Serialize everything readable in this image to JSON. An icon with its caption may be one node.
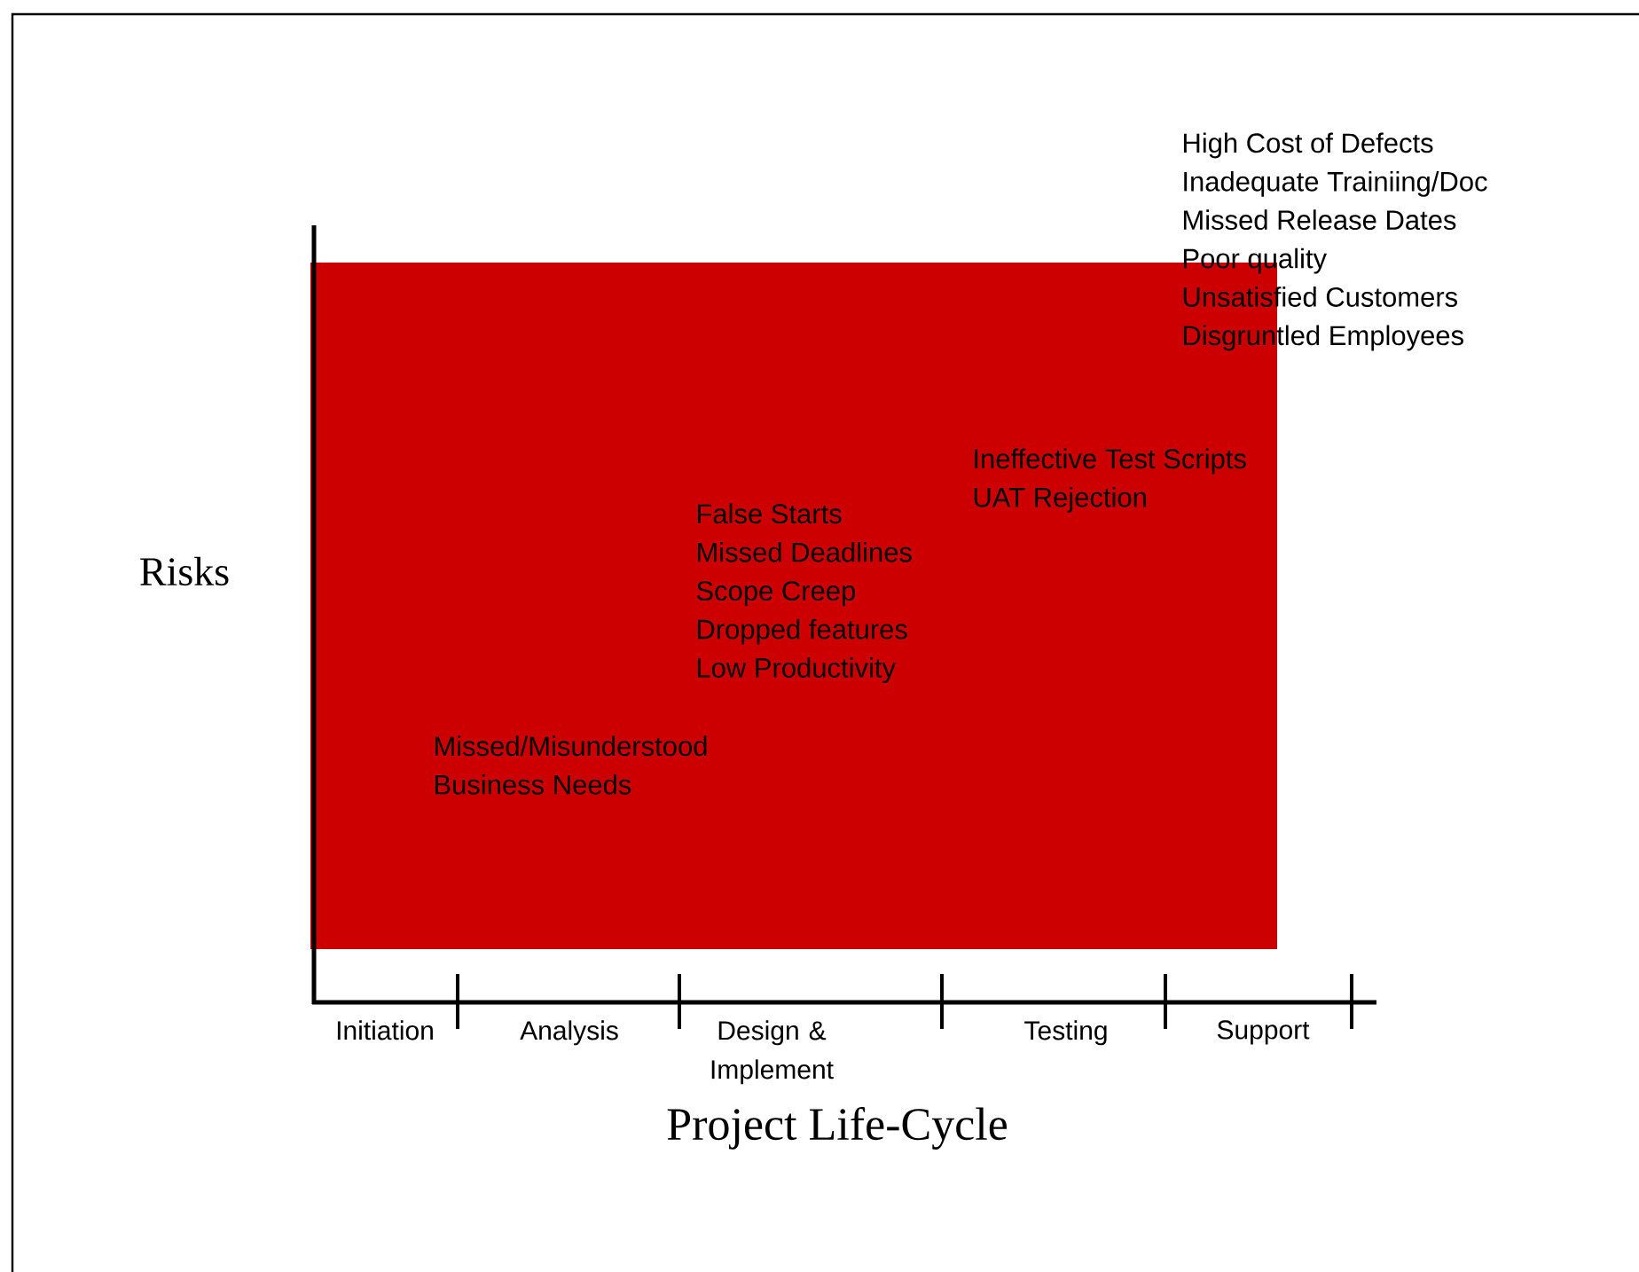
{
  "diagram": {
    "labels": [
      "High Cost of Defects",
      "Inadequate Trainiing/Doc",
      "Missed Release Dates",
      "Poor quality",
      "Unsatisfied Customers",
      "Disgruntled Employees",
      "Ineffective Test Scripts",
      "UAT Rejection",
      "False Starts",
      "Missed Deadlines",
      "Scope Creep",
      "Dropped features",
      "Low Productivity",
      "Risks",
      "Missed/Misunderstood",
      "Business Needs",
      "Initiation",
      "Analysis",
      "Design & Implement",
      "Testing",
      "Support",
      "Project Life-Cycle"
    ]
  }
}
